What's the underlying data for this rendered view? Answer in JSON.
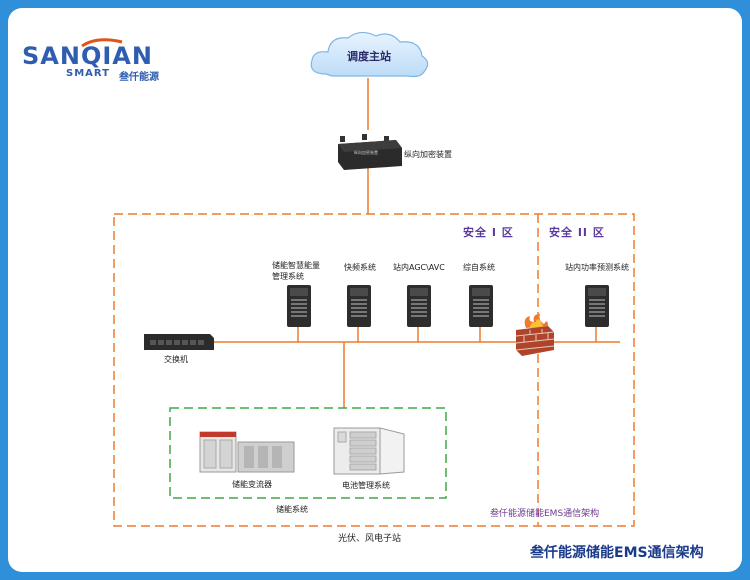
{
  "logo": {
    "brand": "SANQIAN",
    "sub_en": "SMART",
    "sub_cn": "叁仟能源"
  },
  "cloud": {
    "label": "调度主站"
  },
  "encryption": {
    "label": "纵向加密装置",
    "device_text": "纵向加密装置"
  },
  "zones": {
    "zone1": "安全 I 区",
    "zone2": "安全 II 区"
  },
  "servers": [
    {
      "label_line1": "储能智慧能量",
      "label_line2": "管理系统"
    },
    {
      "label_line1": "快频系统",
      "label_line2": ""
    },
    {
      "label_line1": "站内AGC\\AVC",
      "label_line2": ""
    },
    {
      "label_line1": "综自系统",
      "label_line2": ""
    },
    {
      "label_line1": "站内功率预测系统",
      "label_line2": ""
    }
  ],
  "switch": {
    "label": "交换机"
  },
  "storage": {
    "pcs_label": "储能变流器",
    "bms_label": "电池管理系统",
    "group_label": "储能系统"
  },
  "inner_caption": "叁仟能源储能EMS通信架构",
  "station_label": "光伏、风电子站",
  "footer_title": "叁仟能源储能EMS通信架构",
  "colors": {
    "orange": "#f07a2a",
    "green": "#3ea84a",
    "blue": "#2f8fd8",
    "purple": "#5a3aa0",
    "navy": "#1a3a8a"
  }
}
